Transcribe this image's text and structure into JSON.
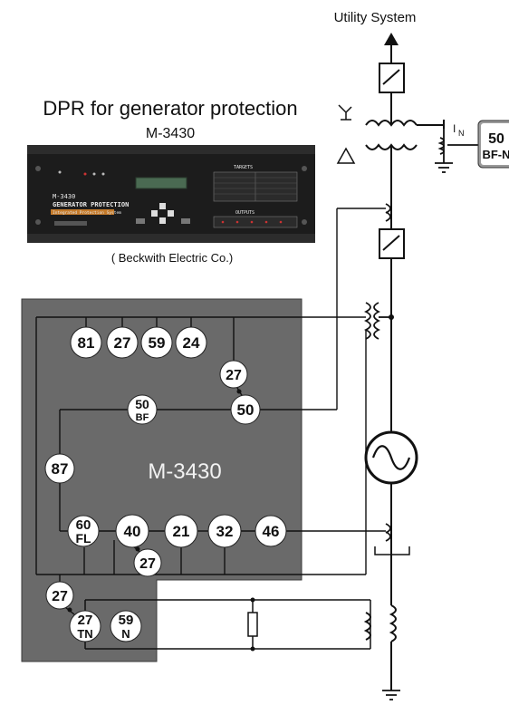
{
  "title": "DPR for generator protection",
  "model": "M-3430",
  "manufacturer": "( Beckwith Electric Co.)",
  "utility_label": "Utility System",
  "panel_label": "M-3430",
  "device_face": {
    "model": "M-3430",
    "name": "GENERATOR PROTECTION",
    "subtitle": "Integrated Protection System",
    "targets_label": "TARGETS",
    "outputs_label": "OUTPUTS"
  },
  "current_symbol": "I",
  "current_subscript": "N",
  "external_relay": {
    "top": "50",
    "bottom": "BF-N"
  },
  "relays": {
    "r81": "81",
    "r27a": "27",
    "r59": "59",
    "r24": "24",
    "r27b": "27",
    "r50": "50",
    "r50bf_top": "50",
    "r50bf_bottom": "BF",
    "r87": "87",
    "r60fl_top": "60",
    "r60fl_bottom": "FL",
    "r40": "40",
    "r21": "21",
    "r32": "32",
    "r46": "46",
    "r27c": "27",
    "r27d": "27",
    "r27tn_top": "27",
    "r27tn_bottom": "TN",
    "r59n_top": "59",
    "r59n_bottom": "N"
  },
  "colors": {
    "panel": "#6a6a6a",
    "panel_border": "#3a3a3a",
    "line": "#111111",
    "relay_fill": "#ffffff",
    "device_body": "#1c1c1c",
    "external_relay_fill": "#9a9a9a"
  }
}
